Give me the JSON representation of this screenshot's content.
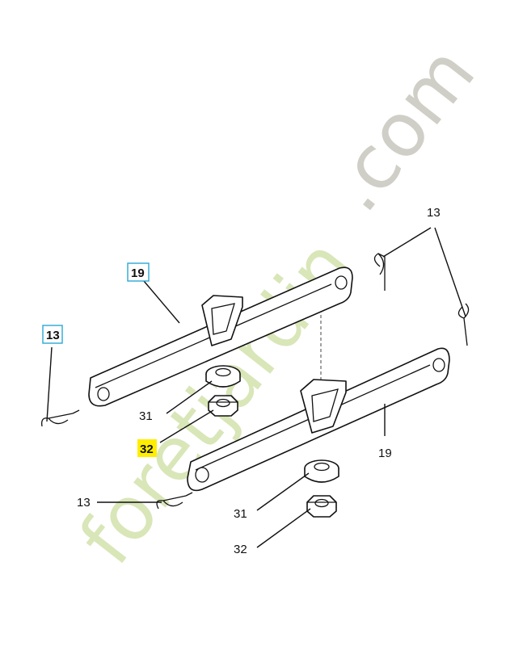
{
  "watermark": {
    "main": "foretjardin",
    "suffix": ".com",
    "main_color": "#d9e6b8",
    "suffix_color": "#d0cfc7"
  },
  "callouts": {
    "top_right_clip": "13",
    "left_clip_boxed": "13",
    "upper_arm_boxed": "19",
    "upper_washer": "31",
    "upper_nut_highlight": "32",
    "lower_arm": "19",
    "lower_left_clip": "13",
    "lower_washer": "31",
    "lower_nut": "32"
  },
  "colors": {
    "box_border": "#2aa7d6",
    "highlight": "#ffee00",
    "line": "#111111"
  }
}
